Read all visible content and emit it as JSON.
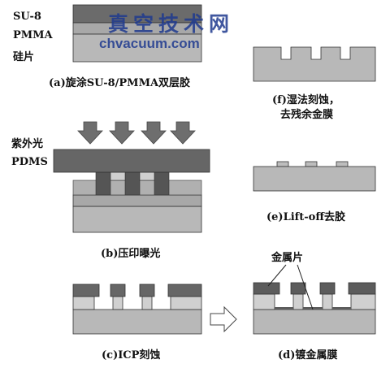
{
  "watermark": {
    "chinese": "真空技术网",
    "url": "chvacuum.com"
  },
  "panel_a": {
    "layer_labels": [
      "SU-8",
      "PMMA",
      "硅片"
    ],
    "caption": "(a)旋涂SU-8/PMMA双层胶"
  },
  "panel_b": {
    "uv_label": "紫外光",
    "mold_label": "PDMS",
    "caption": "(b)压印曝光"
  },
  "panel_c": {
    "caption": "(c)ICP刻蚀"
  },
  "panel_d": {
    "callout": "金属片",
    "caption": "(d)镀金属膜"
  },
  "panel_e": {
    "caption": "(e)Lift-off去胶"
  },
  "panel_f": {
    "caption_line1": "(f)湿法刻蚀，",
    "caption_line2": "去残余金膜"
  },
  "colors": {
    "su8": "#6b6b6b",
    "pmma": "#a8a8a8",
    "silicon": "#b8b8b8",
    "pdms": "#666666",
    "metal": "#5c5c5c",
    "arrow": "#6e6e6e",
    "watermark": "#1f3a8f"
  },
  "icons": [
    "down-arrow-icon",
    "right-arrow-icon"
  ]
}
